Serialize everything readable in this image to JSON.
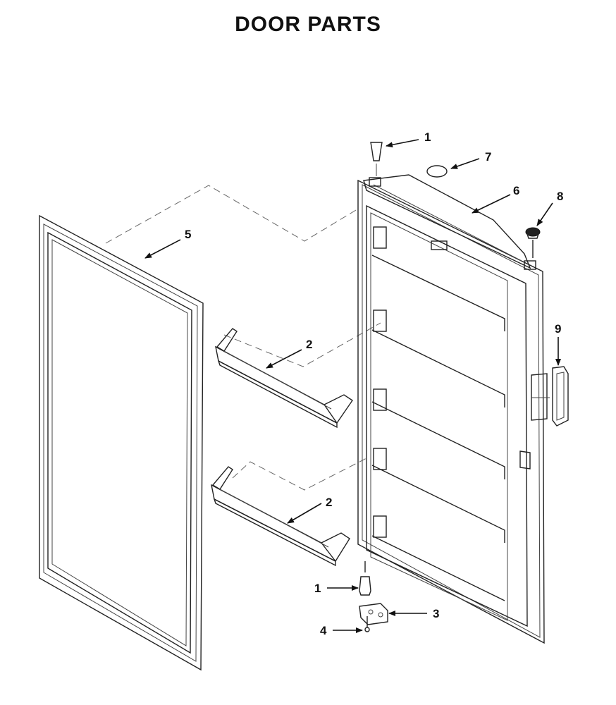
{
  "title": "DOOR PARTS",
  "callouts": {
    "c1_top": "1",
    "c7": "7",
    "c6": "6",
    "c8": "8",
    "c5": "5",
    "c9": "9",
    "c2_upper": "2",
    "c2_lower": "2",
    "c1_bottom": "1",
    "c3": "3",
    "c4": "4"
  }
}
